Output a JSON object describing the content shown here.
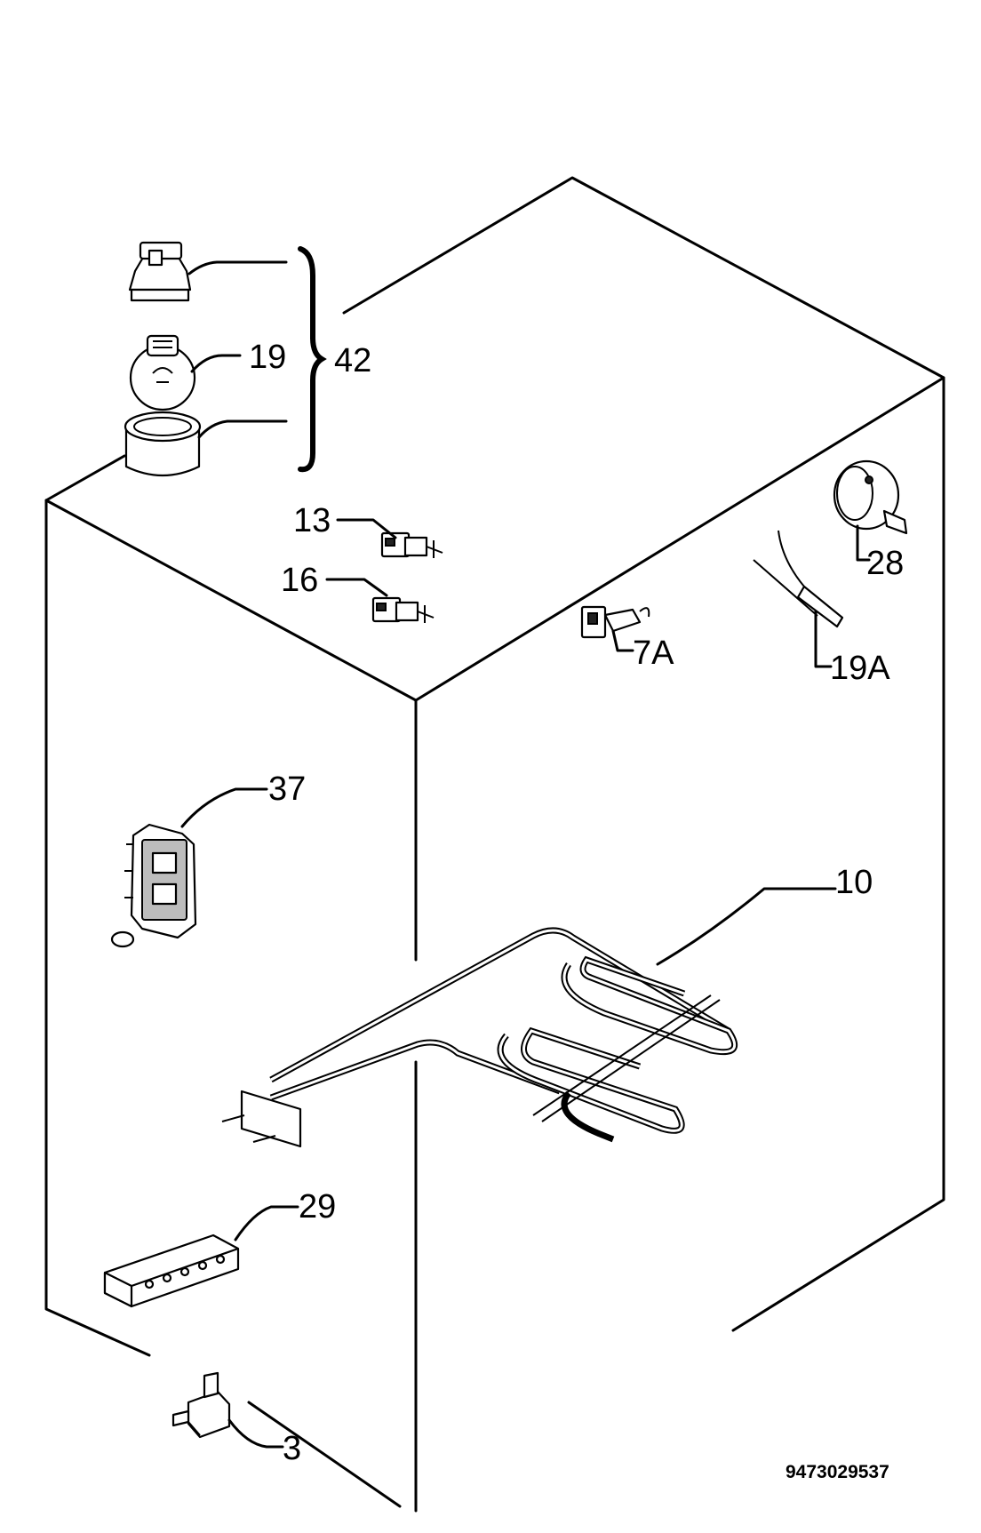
{
  "diagram": {
    "type": "exploded-parts-view",
    "document_number": "9473029537",
    "callouts": [
      {
        "id": "42",
        "label": "42"
      },
      {
        "id": "19",
        "label": "19"
      },
      {
        "id": "13",
        "label": "13"
      },
      {
        "id": "16",
        "label": "16"
      },
      {
        "id": "28",
        "label": "28"
      },
      {
        "id": "7A",
        "label": "7A"
      },
      {
        "id": "19A",
        "label": "19A"
      },
      {
        "id": "37",
        "label": "37"
      },
      {
        "id": "10",
        "label": "10"
      },
      {
        "id": "29",
        "label": "29"
      },
      {
        "id": "3",
        "label": "3"
      }
    ]
  }
}
